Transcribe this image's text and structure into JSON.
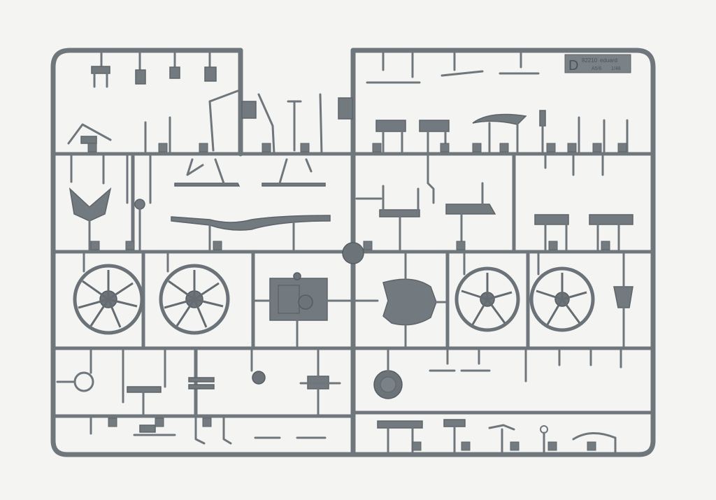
{
  "photo": {
    "background_color": "#f4f4f3",
    "plastic_color": "#6f777c",
    "sprue_letter": "D",
    "label_code": "82210",
    "label_brand": "eduard",
    "label_scale": "1/48",
    "label_subject": "A5/6"
  }
}
